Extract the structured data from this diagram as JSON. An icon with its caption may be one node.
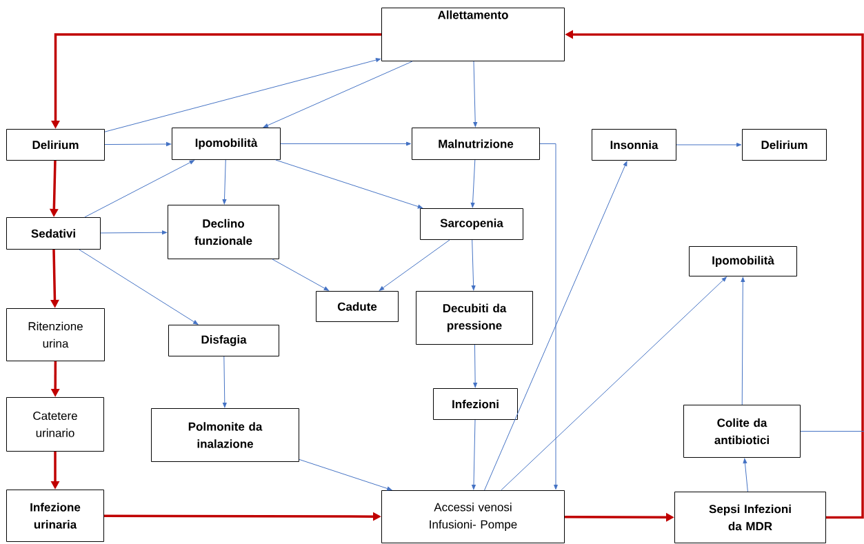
{
  "diagram": {
    "nodes": [
      {
        "text": [
          "Allettamento"
        ]
      },
      {
        "text": [
          "Delirium"
        ]
      },
      {
        "text": [
          "Ipomobilità"
        ]
      },
      {
        "text": [
          "Malnutrizione"
        ]
      },
      {
        "text": [
          "Insonnia"
        ]
      },
      {
        "text": [
          "Delirium"
        ]
      },
      {
        "text": [
          "Sedativi"
        ]
      },
      {
        "text": [
          "Declino funzionale"
        ]
      },
      {
        "text": [
          "Sarcopenia"
        ]
      },
      {
        "text": [
          "Ipomobilità"
        ]
      },
      {
        "text": [
          "Cadute"
        ]
      },
      {
        "text": [
          "Decubiti da pressione"
        ]
      },
      {
        "text": [
          "Ritenzione urina"
        ]
      },
      {
        "text": [
          "Disfagia"
        ]
      },
      {
        "text": [
          "Catetere urinario"
        ]
      },
      {
        "text": [
          "Infezioni"
        ]
      },
      {
        "text": [
          "Polmonite da inalazione"
        ]
      },
      {
        "text": [
          "Colite da antibiotici"
        ]
      },
      {
        "text": [
          "Infezione urinaria"
        ]
      },
      {
        "text": [
          "Accessi venosi Infusioni- Pompe"
        ]
      },
      {
        "text": [
          "Sepsi Infezioni da MDR"
        ]
      }
    ],
    "edges": [
      {
        "from": 0,
        "to": 1,
        "arrow": "to",
        "style": "thick",
        "color": "#c00000"
      },
      {
        "from": 1,
        "to": 6,
        "arrow": "to",
        "style": "thick",
        "color": "#c00000"
      },
      {
        "from": 6,
        "to": 12,
        "arrow": "to",
        "style": "thick",
        "color": "#c00000"
      },
      {
        "from": 12,
        "to": 14,
        "arrow": "to",
        "style": "thick",
        "color": "#c00000"
      },
      {
        "from": 14,
        "to": 18,
        "arrow": "to",
        "style": "thick",
        "color": "#c00000"
      },
      {
        "from": 18,
        "to": 19,
        "arrow": "to",
        "style": "thick",
        "color": "#c00000"
      },
      {
        "from": 19,
        "to": 20,
        "arrow": "to",
        "style": "thick",
        "color": "#c00000"
      },
      {
        "from": 20,
        "to": 0,
        "arrow": "to",
        "style": "thick",
        "color": "#c00000"
      },
      {
        "from": 1,
        "to": 0,
        "arrow": "to"
      },
      {
        "from": 0,
        "to": 2,
        "arrow": "to"
      },
      {
        "from": 0,
        "to": 3,
        "arrow": "to"
      },
      {
        "from": 1,
        "to": 2,
        "arrow": "to"
      },
      {
        "from": 2,
        "to": 3,
        "arrow": "to"
      },
      {
        "from": 2,
        "to": 8,
        "arrow": "to"
      },
      {
        "from": 2,
        "to": 7,
        "arrow": "to"
      },
      {
        "from": 6,
        "to": 2,
        "arrow": "to"
      },
      {
        "from": 6,
        "to": 7,
        "arrow": "to"
      },
      {
        "from": 6,
        "to": 13,
        "arrow": "to"
      },
      {
        "from": 7,
        "to": 10,
        "arrow": "to"
      },
      {
        "from": 8,
        "to": 10,
        "arrow": "to"
      },
      {
        "from": 3,
        "to": 8,
        "arrow": "to"
      },
      {
        "from": 8,
        "to": 11,
        "arrow": "to"
      },
      {
        "from": 4,
        "to": 5,
        "arrow": "to"
      },
      {
        "from": 13,
        "to": 16,
        "arrow": "to"
      },
      {
        "from": 11,
        "to": 15,
        "arrow": "to"
      },
      {
        "from": 15,
        "to": 19,
        "arrow": "to"
      },
      {
        "from": 16,
        "to": 19,
        "arrow": "to"
      },
      {
        "from": 3,
        "to": 19,
        "arrow": "to"
      },
      {
        "from": 19,
        "to": 4,
        "arrow": "to"
      },
      {
        "from": 19,
        "to": 9,
        "arrow": "to"
      },
      {
        "from": 20,
        "to": 17,
        "arrow": "to"
      },
      {
        "from": 17,
        "to": 9,
        "arrow": "to"
      },
      {
        "from": 17,
        "to": null,
        "arrow": "none"
      }
    ]
  }
}
